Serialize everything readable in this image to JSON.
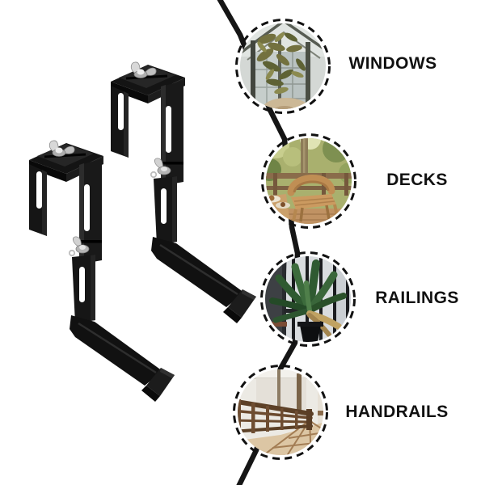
{
  "page": {
    "background": "#ffffff"
  },
  "colors": {
    "text": "#111111",
    "connector_line": "#151515",
    "circle_border": "#111111",
    "bracket_metal": "#161616",
    "hardware_silver": "#cccccc"
  },
  "product_photo": {
    "name": "pair-of-black-adjustable-hook-brackets",
    "item_count": 2
  },
  "use_cases": [
    {
      "label": "WINDOWS",
      "photo": "greenhouse-window-photo"
    },
    {
      "label": "DECKS",
      "photo": "wooden-deck-chair-photo"
    },
    {
      "label": "RAILINGS",
      "photo": "balcony-railing-palm-photo"
    },
    {
      "label": "HANDRAILS",
      "photo": "indoor-wooden-handrail-photo"
    }
  ]
}
